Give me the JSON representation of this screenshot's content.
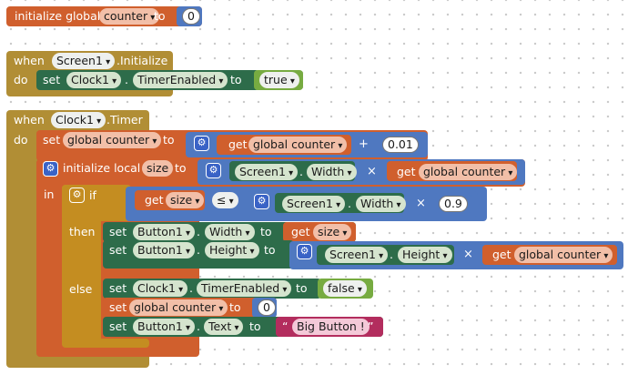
{
  "colors": {
    "orange": "#d05f2d",
    "mustard": "#b18e35",
    "green": "#2d6c4a",
    "math": "#4f78c0",
    "logic": "#77ab41",
    "ctrl": "#c48d21",
    "text": "#b32d5e"
  },
  "init_global": {
    "label": "initialize global",
    "name": "counter",
    "to": "to",
    "value": "0"
  },
  "screen_init": {
    "when": "when",
    "component": "Screen1",
    "event": ".Initialize",
    "do": "do",
    "set": "set",
    "target": "Clock1",
    "dot": ".",
    "prop": "TimerEnabled",
    "to": "to",
    "value": "true"
  },
  "clock_timer": {
    "when": "when",
    "component": "Clock1",
    "event": ".Timer",
    "do": "do",
    "set_counter": {
      "set": "set",
      "var": "global counter",
      "to": "to",
      "get": "get",
      "get_var": "global counter",
      "op": "+",
      "num": "0.01"
    },
    "local": {
      "label": "initialize local",
      "name": "size",
      "to": "to",
      "in": "in",
      "comp": "Screen1",
      "dot": ".",
      "prop": "Width",
      "op": "×",
      "get": "get",
      "get_var": "global counter"
    },
    "if_block": {
      "if": "if",
      "then": "then",
      "else": "else",
      "get": "get",
      "get_var": "size",
      "cmp": "≤",
      "comp": "Screen1",
      "dot": ".",
      "prop": "Width",
      "op": "×",
      "num": "0.9"
    },
    "then_1": {
      "set": "set",
      "comp": "Button1",
      "dot": ".",
      "prop": "Width",
      "to": "to",
      "get": "get",
      "get_var": "size"
    },
    "then_2": {
      "set": "set",
      "comp": "Button1",
      "dot": ".",
      "prop": "Height",
      "to": "to",
      "comp2": "Screen1",
      "prop2": "Height",
      "op": "×",
      "get": "get",
      "get_var": "global counter"
    },
    "else_1": {
      "set": "set",
      "comp": "Clock1",
      "dot": ".",
      "prop": "TimerEnabled",
      "to": "to",
      "value": "false"
    },
    "else_2": {
      "set": "set",
      "var": "global counter",
      "to": "to",
      "num": "0"
    },
    "else_3": {
      "set": "set",
      "comp": "Button1",
      "dot": ".",
      "prop": "Text",
      "to": "to",
      "quote_open": "“",
      "text": "Big Button !",
      "quote_close": "”"
    }
  }
}
